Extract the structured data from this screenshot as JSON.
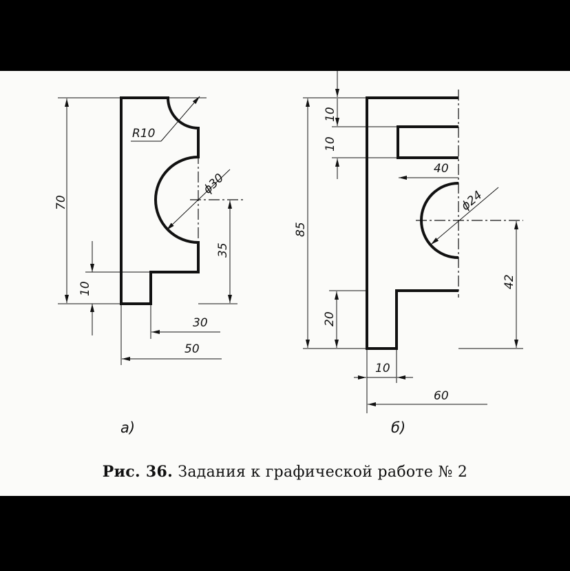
{
  "figure": {
    "caption_prefix": "Рис. 36.",
    "caption_text": "Задания к графической работе № 2"
  },
  "part_a": {
    "label": "а)",
    "dims": {
      "height_total": "70",
      "radius": "R10",
      "diameter": "ϕ30",
      "center_height": "35",
      "step_height": "10",
      "step_width": "30",
      "width_total": "50"
    }
  },
  "part_b": {
    "label": "б)",
    "dims": {
      "height_total": "85",
      "top_wall": "10",
      "slot_height": "10",
      "slot_depth": "40",
      "diameter": "ϕ24",
      "center_height": "42",
      "base_height": "20",
      "base_width": "10",
      "width_total": "60"
    }
  },
  "colors": {
    "ink": "#111111",
    "paper": "#fbfbf9",
    "frame": "#000000"
  }
}
